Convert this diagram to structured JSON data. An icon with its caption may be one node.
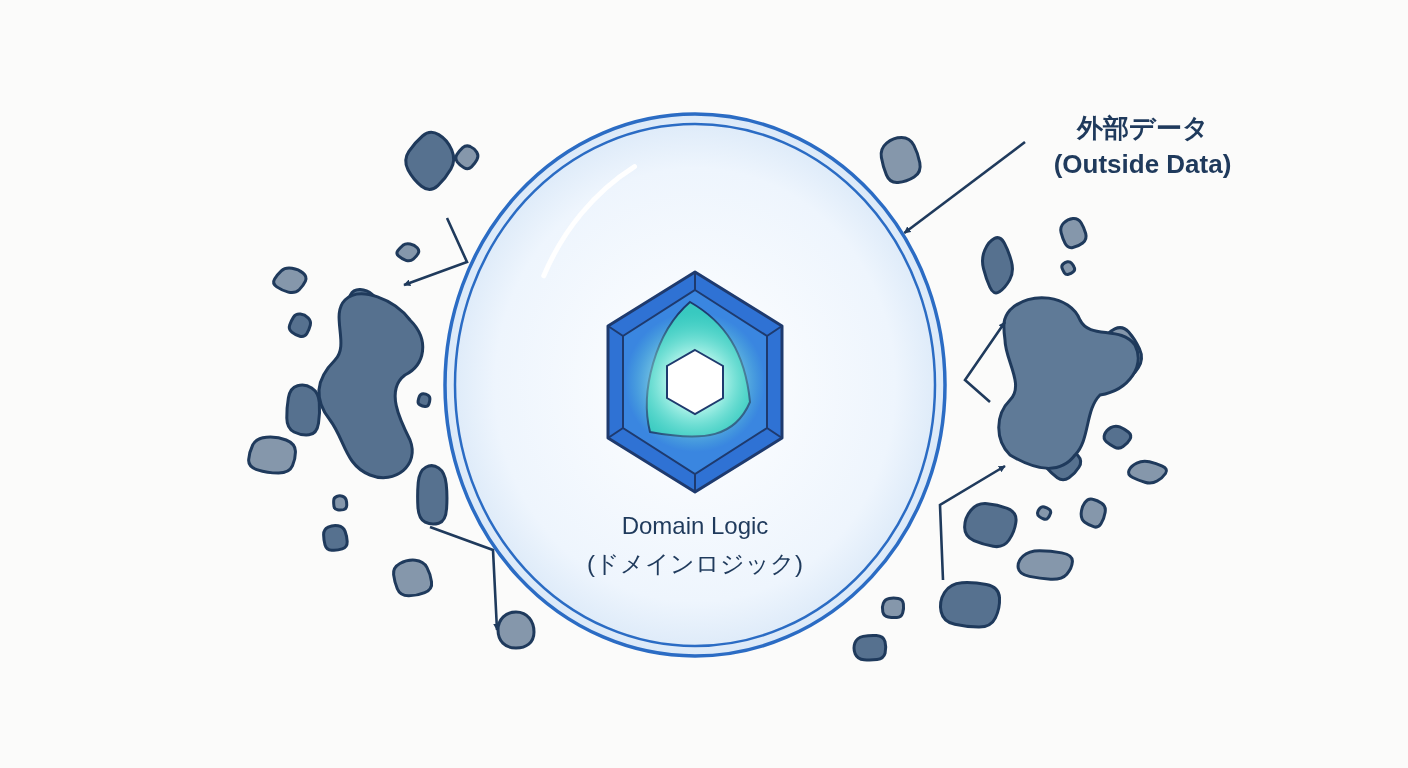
{
  "diagram": {
    "nodes": [
      {
        "text": [
          "Domain Logic (ドメインロジック)"
        ]
      },
      {
        "text": [
          "外部データ (Outside Data)"
        ]
      },
      {
        "text": [],
        "shape": "blob"
      },
      {
        "text": [],
        "shape": "blob"
      },
      {
        "text": [],
        "shape": "blob"
      }
    ],
    "edges": [
      {
        "from": 1,
        "to": 0,
        "arrow": "to"
      },
      {
        "from": null,
        "to": 2,
        "arrow": "to"
      },
      {
        "from": null,
        "to": 4,
        "arrow": "to"
      },
      {
        "from": null,
        "to": 3,
        "arrow": "to"
      },
      {
        "from": null,
        "to": 3,
        "arrow": "to"
      }
    ]
  }
}
